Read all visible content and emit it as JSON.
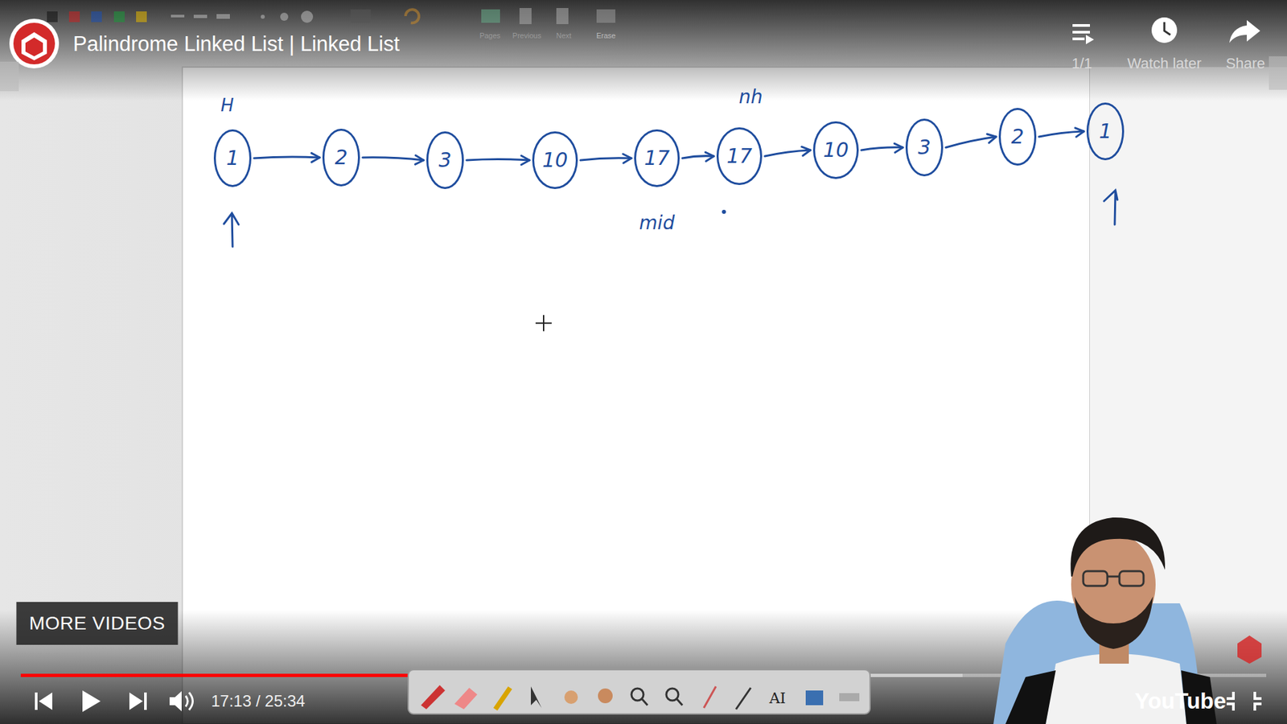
{
  "diagram": {
    "title": "Palindrome Linked List | Linked List",
    "nodes": [
      {
        "text": [
          "1"
        ]
      },
      {
        "text": [
          "2"
        ]
      },
      {
        "text": [
          "3"
        ]
      },
      {
        "text": [
          "10"
        ]
      },
      {
        "text": [
          "17"
        ]
      },
      {
        "text": [
          "17"
        ]
      },
      {
        "text": [
          "10"
        ]
      },
      {
        "text": [
          "3"
        ]
      },
      {
        "text": [
          "2"
        ]
      },
      {
        "text": [
          "1"
        ]
      }
    ],
    "edges": [
      {
        "from": 0,
        "to": 1,
        "arrow": "to"
      },
      {
        "from": 1,
        "to": 2,
        "arrow": "to"
      },
      {
        "from": 2,
        "to": 3,
        "arrow": "to"
      },
      {
        "from": 3,
        "to": 4,
        "arrow": "to"
      },
      {
        "from": 4,
        "to": 5,
        "arrow": "to"
      },
      {
        "from": 5,
        "to": 6,
        "arrow": "to"
      },
      {
        "from": 6,
        "to": 7,
        "arrow": "to"
      },
      {
        "from": 7,
        "to": 8,
        "arrow": "to"
      },
      {
        "from": 8,
        "to": 9,
        "arrow": "to"
      }
    ],
    "labels": [
      "H",
      "nh",
      "mid",
      "Pages",
      "Previous",
      "Next",
      "Erase",
      "1/1",
      "Watch later",
      "Share",
      "MORE VIDEOS",
      "17:13 / 25:34",
      "AI",
      "YouTube"
    ]
  }
}
